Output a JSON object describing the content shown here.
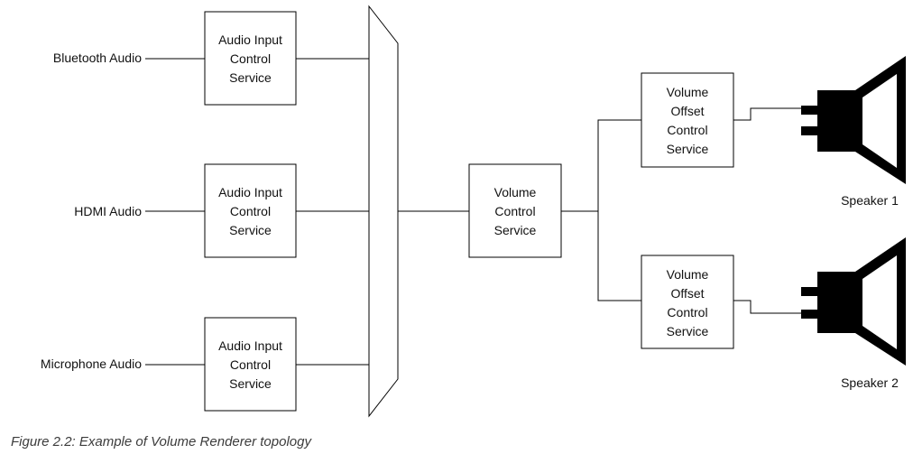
{
  "sources": [
    {
      "label": "Bluetooth Audio"
    },
    {
      "label": "HDMI Audio"
    },
    {
      "label": "Microphone Audio"
    }
  ],
  "aics_boxes": [
    {
      "lines": [
        "Audio Input",
        "Control",
        "Service"
      ]
    },
    {
      "lines": [
        "Audio Input",
        "Control",
        "Service"
      ]
    },
    {
      "lines": [
        "Audio Input",
        "Control",
        "Service"
      ]
    }
  ],
  "vcs_box": {
    "lines": [
      "Volume",
      "Control",
      "Service"
    ]
  },
  "vocs_boxes": [
    {
      "lines": [
        "Volume",
        "Offset",
        "Control",
        "Service"
      ]
    },
    {
      "lines": [
        "Volume",
        "Offset",
        "Control",
        "Service"
      ]
    }
  ],
  "speakers": [
    {
      "label": "Speaker 1"
    },
    {
      "label": "Speaker 2"
    }
  ],
  "caption": "Figure 2.2: Example of Volume Renderer topology"
}
